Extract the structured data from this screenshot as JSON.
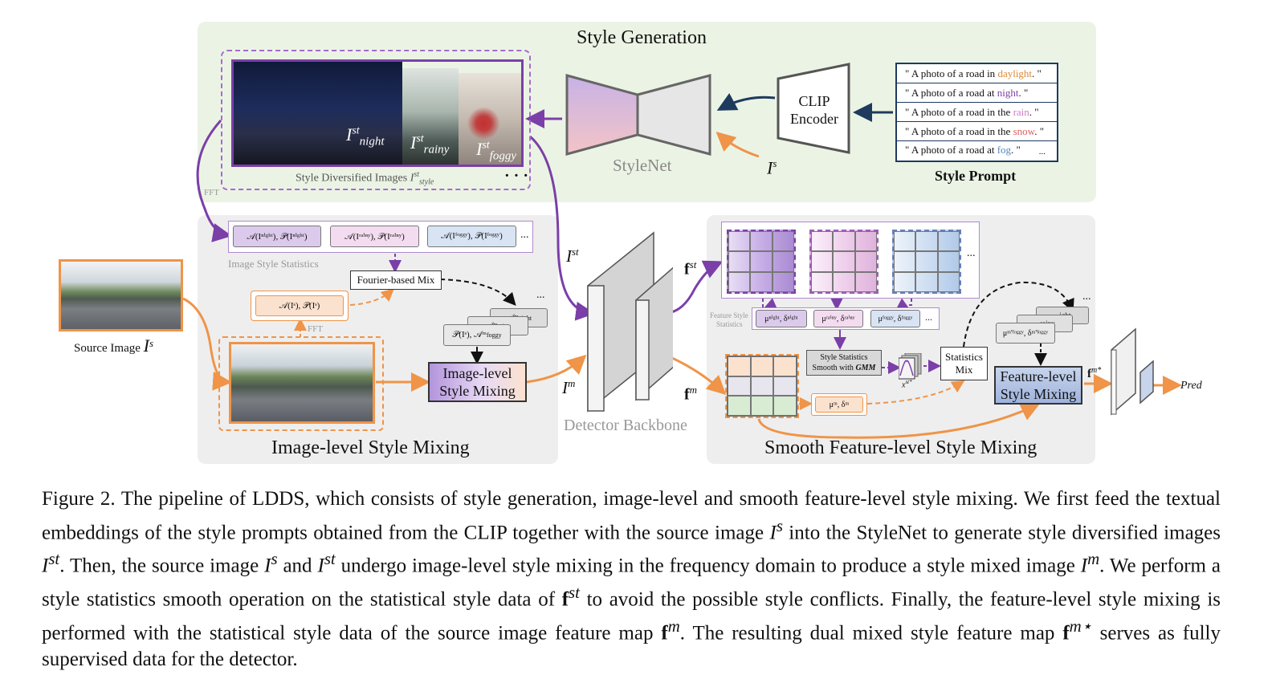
{
  "figure": {
    "style_generation": {
      "title": "Style Generation",
      "stylenet_label": "StyleNet",
      "clip_encoder_line1": "CLIP",
      "clip_encoder_line2": "Encoder",
      "source_input": "I",
      "source_input_sup": "s",
      "prompts": [
        {
          "before": "\" A photo of a road in ",
          "keyword": "daylight",
          "after": ". \"",
          "color": "#d98a3a"
        },
        {
          "before": "\" A photo of a road at ",
          "keyword": "night",
          "after": ". \"",
          "color": "#7a3fa0"
        },
        {
          "before": "\" A photo of a road in the ",
          "keyword": "rain",
          "after": ". \"",
          "color": "#d07ac8"
        },
        {
          "before": "\" A photo of a road in the ",
          "keyword": "snow",
          "after": ". \"",
          "color": "#e06060"
        },
        {
          "before": "\" A photo of a road at ",
          "keyword": "fog",
          "after": ". \"",
          "color": "#5a86c0"
        }
      ],
      "prompt_ellipsis": "...",
      "prompt_label": "Style Prompt",
      "diversified_label": "Style Diversified Images",
      "diversified_symbol": "I",
      "diversified_sup": "st",
      "diversified_sub": "style",
      "diversified_more": "· · ·",
      "image_tags": [
        {
          "base": "I",
          "sup": "st",
          "sub": "night"
        },
        {
          "base": "I",
          "sup": "st",
          "sub": "rainy"
        },
        {
          "base": "I",
          "sup": "st",
          "sub": "foggy"
        }
      ]
    },
    "image_level": {
      "title": "Image-level Style Mixing",
      "fft_label": "FFT",
      "fft_label2": "FFT",
      "stats_label": "Image Style Statistics",
      "stat_chips": [
        "𝒜(I^st_night), 𝒫(I^st_night)",
        "𝒜(I^st_rainy), 𝒫(I^st_rainy)",
        "𝒜(I^st_foggy), 𝒫(I^st_foggy)"
      ],
      "stat_chips_display": [
        "𝒜(Iⁿⁱᵍʰᵗ), 𝒫(Iⁿⁱᵍʰᵗ)",
        "𝒜(Iʳᵃⁱⁿʸ), 𝒫(Iʳᵃⁱⁿʸ)",
        "𝒜(Iᶠᵒᵍᵍʸ), 𝒫(Iᶠᵒᵍᵍʸ)"
      ],
      "stats_more": "...",
      "fourier_mix": "Fourier-based Mix",
      "source_stats": "𝒜(Iˢ), 𝒫(Iˢ)",
      "mixed_stats": "𝒫(Iˢ), 𝒜ᵐ",
      "mixed_stats_sub": "foggy",
      "mixed_back_1": "𝒜ᵐ",
      "mixed_back_1_sub": "rainy",
      "mixed_back_2": "𝒜ᵐ",
      "mixed_back_2_sub": "night",
      "mixed_more": "...",
      "mixing_box_line1": "Image-level",
      "mixing_box_line2": "Style Mixing",
      "source_image_label": "Source Image",
      "source_symbol": "I",
      "source_sup": "s",
      "ist_label": "I",
      "ist_sup": "st",
      "im_label": "I",
      "im_sup": "m"
    },
    "backbone": {
      "label": "Detector Backbone",
      "fst": "f",
      "fst_sup": "st",
      "fm": "f",
      "fm_sup": "m"
    },
    "feature_level": {
      "title": "Smooth Feature-level Style Mixing",
      "feature_stats_label_1": "Feature Style",
      "feature_stats_label_2": "Statistics",
      "stat_chips": [
        "μ^st_night, δ^st_night",
        "μ^st_rainy, δ^st_rainy",
        "μ^st_foggy, δ^st_foggy"
      ],
      "stat_chips_display": [
        "μⁿⁱᵍʰᵗ, δⁿⁱᵍʰᵗ",
        "μʳᵃⁱⁿʸ, δʳᵃⁱⁿʸ",
        "μᶠᵒᵍᵍʸ, δᶠᵒᵍᵍʸ"
      ],
      "stats_more": "...",
      "cubes_more": "...",
      "smooth_line1": "Style Statistics",
      "smooth_line2": "Smooth with ",
      "smooth_gmm": "GMM",
      "xst_label": "x",
      "xst_sup": "st*",
      "source_stats": "μᵐ, δᵐ",
      "statistics_mix_line1": "Statistics",
      "statistics_mix_line2": "Mix",
      "mixed_chip": "μᵐ'ᶠᵒᵍᵍʸ, δᵐ'ᶠᵒᵍᵍʸ",
      "mixed_back": "...ight",
      "mixed_back2": "...rainy",
      "mixed_more": "...",
      "mixing_box_line1": "Feature-level",
      "mixing_box_line2": "Style Mixing",
      "fmstar": "f",
      "fmstar_sup": "m*",
      "pred": "Pred"
    },
    "colors": {
      "green_panel": "#ebf4e4",
      "gray_panel": "#eeeeee",
      "purple": "#7b3fa8",
      "orange": "#ef9448",
      "navy": "#1e3a5f"
    }
  },
  "caption": {
    "figure_label": "Figure 2.",
    "text": " The pipeline of LDDS, which consists of style generation, image-level and smooth feature-level style mixing. We first feed the textual embeddings of the style prompts obtained from the CLIP together with the source image ",
    "seg2": " into the StyleNet to generate style diversified images ",
    "seg3": ". Then, the source image ",
    "seg4": " and ",
    "seg5": " undergo image-level style mixing in the frequency domain to produce a style mixed image ",
    "seg6": ". We perform a style statistics smooth operation on the statistical style data of ",
    "seg7": " to avoid the possible style conflicts. Finally, the feature-level style mixing is performed with the statistical style data of the source image feature map ",
    "seg8": ". The resulting dual mixed style feature map ",
    "seg9": " serves as fully supervised data for the detector.",
    "m_is": "I",
    "m_is_sup": "s",
    "m_ist": "I",
    "m_ist_sup": "st",
    "m_im": "I",
    "m_im_sup": "m",
    "m_fst": "f",
    "m_fst_sup": "st",
    "m_fm": "f",
    "m_fm_sup": "m",
    "m_fmstar": "f",
    "m_fmstar_sup": "m⋆"
  }
}
